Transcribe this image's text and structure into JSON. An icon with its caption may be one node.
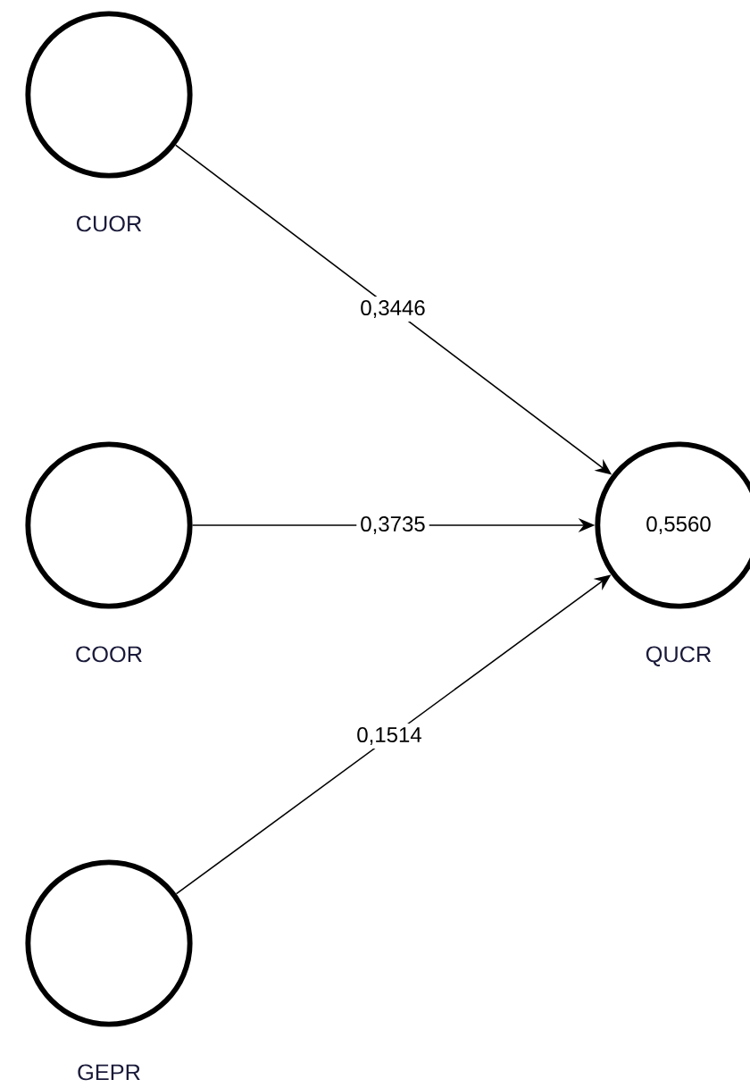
{
  "diagram": {
    "nodes": [
      {
        "text": [
          "CUOR"
        ]
      },
      {
        "text": [
          "COOR"
        ]
      },
      {
        "text": [
          "GEPR"
        ]
      },
      {
        "text": [
          "0,5560",
          "QUCR"
        ]
      }
    ],
    "edges": [
      {
        "from": 0,
        "to": 3,
        "arrow": "to",
        "label": "0,3446"
      },
      {
        "from": 1,
        "to": 3,
        "arrow": "to",
        "label": "0,3735"
      },
      {
        "from": 2,
        "to": 3,
        "arrow": "to",
        "label": "0,1514"
      }
    ]
  }
}
